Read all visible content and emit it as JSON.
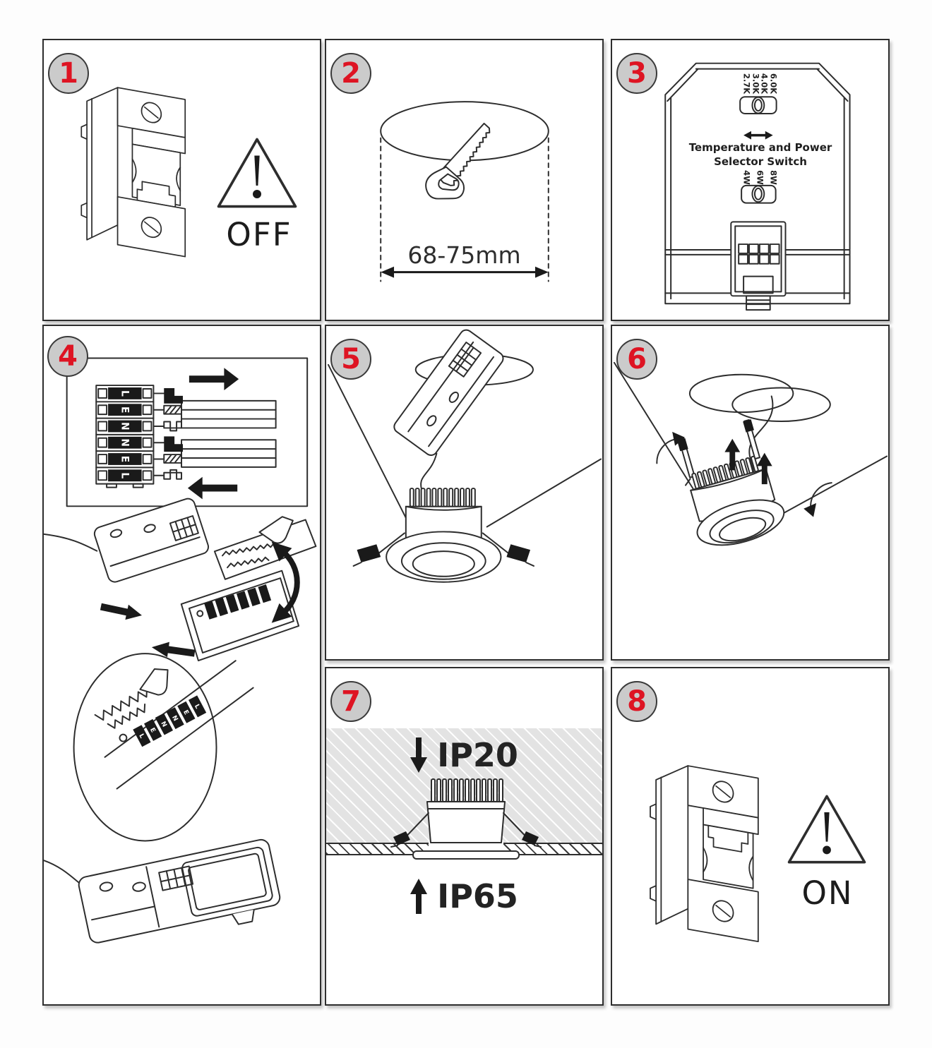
{
  "document": {
    "kind": "downlight-installation-instruction-sheet",
    "panels_count": "8"
  },
  "colors": {
    "step_number_red": "#de1423",
    "badge_fill": "#cbcbcb",
    "line_art": "#2d2d2d",
    "panel_border": "#2e2e2e",
    "plenum_gray": "#e3e3e3"
  },
  "icons": {
    "warning": "warning-triangle",
    "push_right": "arrow-right",
    "push_left": "arrow-left",
    "slide": "arrow-left-right",
    "rotate": "curved-double-arrow",
    "up": "arrow-up",
    "down": "arrow-down",
    "magnifier": "magnifier-circle"
  },
  "steps": [
    {
      "number": "1",
      "label": "OFF"
    },
    {
      "number": "2",
      "hole_diameter": "68-75mm"
    },
    {
      "number": "3",
      "selector_title_line1": "Temperature and Power",
      "selector_title_line2": "Selector Switch",
      "temperature_options": [
        "2.7K",
        "3.0K",
        "4.0K",
        "6.0K"
      ],
      "power_options": [
        "4W",
        "6W",
        "8W"
      ]
    },
    {
      "number": "4",
      "terminal_labels": [
        "L",
        "E",
        "N",
        "N",
        "E",
        "L"
      ]
    },
    {
      "number": "5"
    },
    {
      "number": "6"
    },
    {
      "number": "7",
      "ip_rating_above_ceiling": "IP20",
      "ip_rating_below_ceiling": "IP65"
    },
    {
      "number": "8",
      "label": "ON"
    }
  ]
}
